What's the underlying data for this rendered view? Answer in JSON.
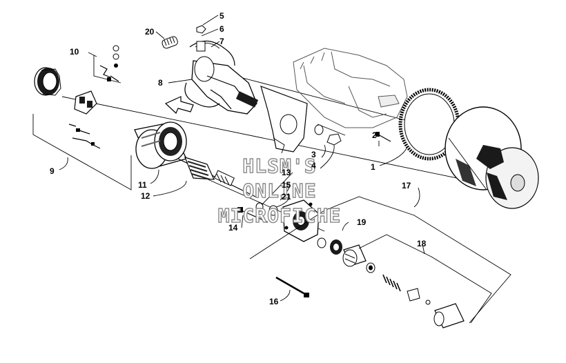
{
  "callouts": [
    "1",
    "2",
    "3",
    "4",
    "5",
    "6",
    "7",
    "8",
    "9",
    "10",
    "11",
    "12",
    "13",
    "14",
    "15",
    "16",
    "17",
    "18",
    "19",
    "20",
    "21"
  ],
  "watermark": [
    "HLSM'S",
    "ONLINE",
    "MICROFICHE"
  ],
  "icons": {
    "direction_arrow": "outline-arrow-icon"
  }
}
